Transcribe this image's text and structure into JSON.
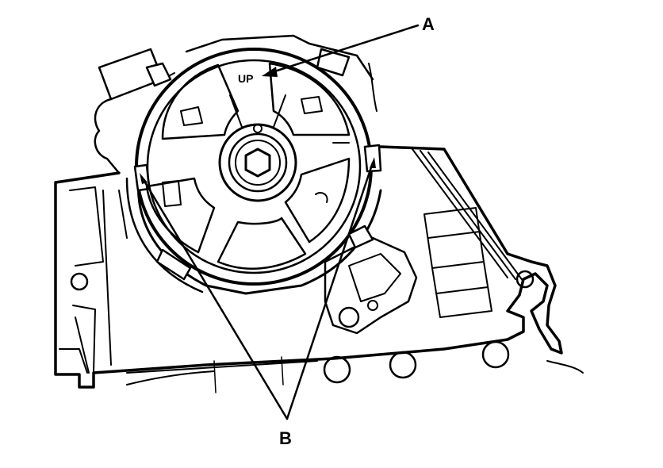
{
  "diagram": {
    "callouts": {
      "a": "A",
      "b": "B"
    },
    "embossed_text": "UP",
    "colors": {
      "ink": "#000000",
      "paper": "#ffffff"
    }
  }
}
